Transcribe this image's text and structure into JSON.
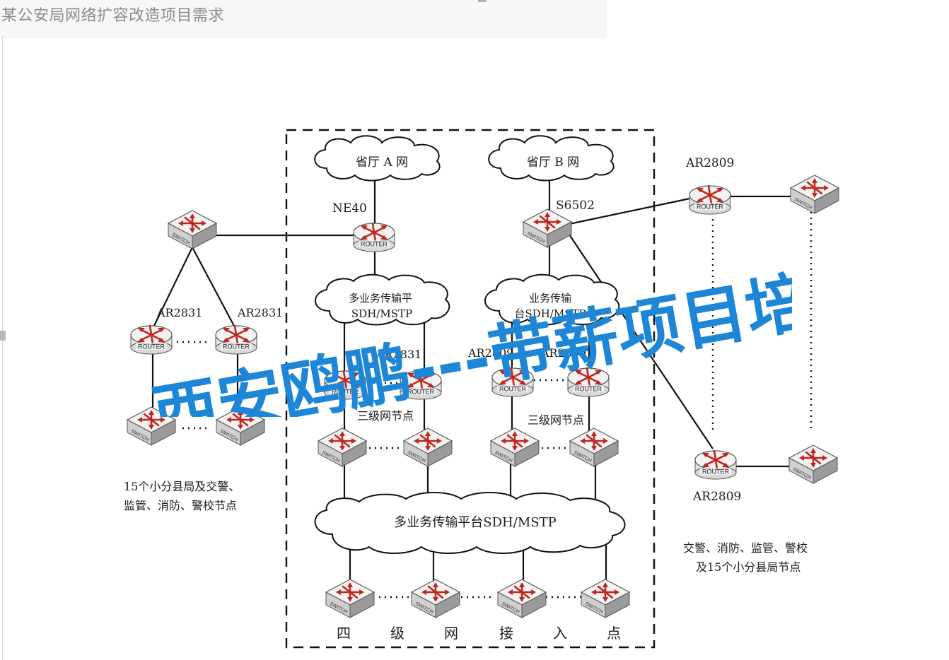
{
  "page": {
    "title": "某公安局网络扩容改造项目需求"
  },
  "clouds": {
    "province_a": "省厅 A 网",
    "province_b": "省厅 B 网",
    "mstp_left": "多业务传输平\nSDH/MSTP",
    "mstp_right": "业务传输\n台SDH/MSTP",
    "mstp_bottom": "多业务传输平台SDH/MSTP"
  },
  "devices": {
    "ne40": "NE40",
    "s6502": "S6502",
    "router_label": "ROUTER",
    "switch_label": "SWITCH",
    "ar2831": "AR2831",
    "ar2809": "AR2809"
  },
  "labels": {
    "third_level_left": "三级网节点",
    "third_level_right": "三级网节点",
    "fourth_level": [
      "四",
      "级",
      "网",
      "接",
      "入",
      "点"
    ],
    "left_group": [
      "15个小分县局及交警、",
      "监管、消防、警校节点"
    ],
    "right_group": [
      "交警、消防、监管、警校",
      "及15个小分县局节点"
    ],
    "ellipsis": "……"
  },
  "watermark": {
    "text": "西安鸥鹏---带薪项目培训",
    "color": "#1e86d6"
  }
}
